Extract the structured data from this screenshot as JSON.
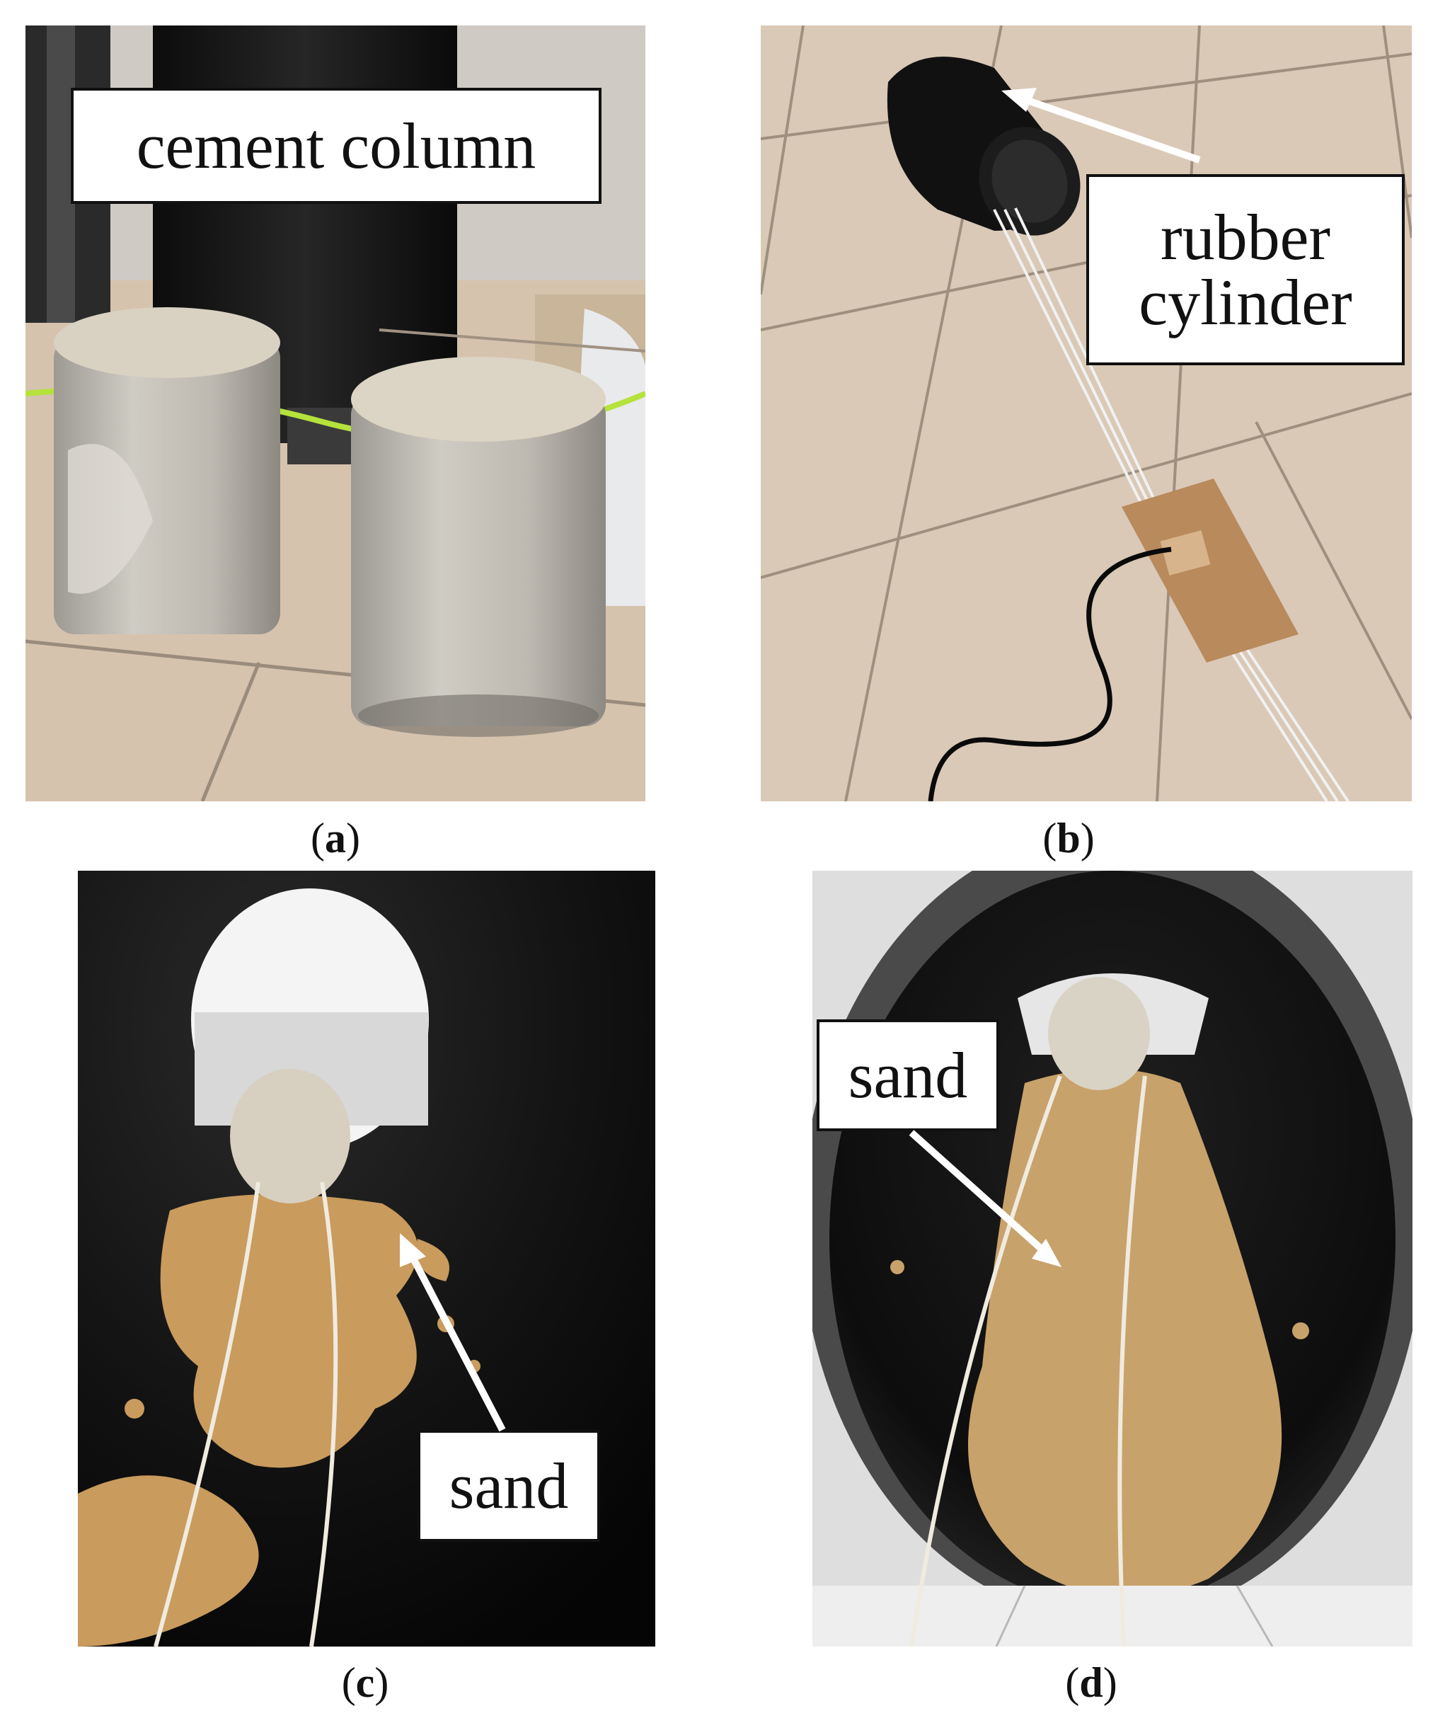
{
  "panels": {
    "a": {
      "caption_open": "(",
      "caption_letter": "a",
      "caption_close": ")",
      "label": "cement column"
    },
    "b": {
      "caption_open": "(",
      "caption_letter": "b",
      "caption_close": ")",
      "label_line1": "rubber",
      "label_line2": "cylinder"
    },
    "c": {
      "caption_open": "(",
      "caption_letter": "c",
      "caption_close": ")",
      "label": "sand"
    },
    "d": {
      "caption_open": "(",
      "caption_letter": "d",
      "caption_close": ")",
      "label": "sand"
    }
  },
  "colors": {
    "tile": "#d9c7b4",
    "grout": "#8f8172",
    "cement": "#b9b6ae",
    "black_pipe": "#141414",
    "sand": "#c79a5c"
  }
}
